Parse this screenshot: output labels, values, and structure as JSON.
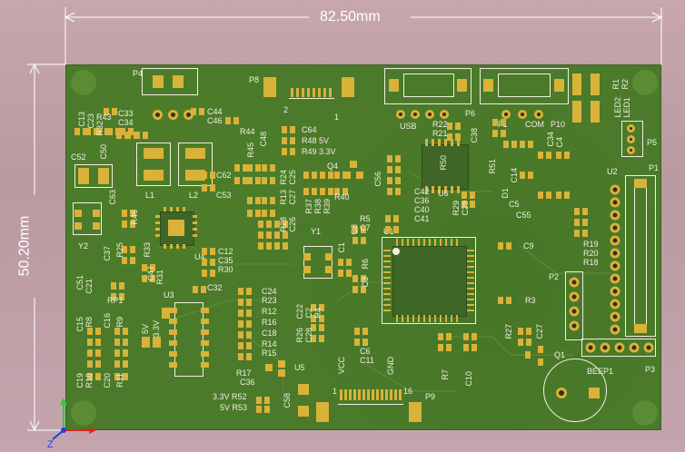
{
  "dimensions": {
    "width_label": "82.50mm",
    "height_label": "50.20mm"
  },
  "board_labels": {
    "P4": "P4",
    "P8": "P8",
    "P6": "P6",
    "P10": "P10",
    "P5": "P5",
    "P1": "P1",
    "P2": "P2",
    "P3": "P3",
    "P9": "P9",
    "USB": "USB",
    "COM": "COM",
    "F1": "F1",
    "U1": "U1",
    "U2": "U2",
    "U3": "U3",
    "U4": "U4",
    "U5": "U5",
    "U6": "U6",
    "Y1": "Y1",
    "Y2": "Y2",
    "Q1": "Q1",
    "Q4": "Q4",
    "L1": "L1",
    "L2": "L2",
    "D1": "D1",
    "RP1": "RP1",
    "BEEP1": "BEEP1",
    "VCC": "VCC",
    "GND": "GND",
    "LED1": "LED1",
    "LED2": "LED2",
    "C44": "C44",
    "C46": "C46",
    "C64": "C64",
    "R48": "R48 5V",
    "R49": "R49 3.3V",
    "R44": "R44",
    "C48": "C48",
    "C13": "C13",
    "C23": "C23",
    "R43": "R43",
    "R32": "R32",
    "C33": "C33",
    "C34": "C34",
    "C52": "C52",
    "C50": "C50",
    "C62": "C62",
    "C53": "C53",
    "R45": "R45",
    "R24": "R24",
    "R13": "R13",
    "C25": "C25",
    "C27": "C27",
    "R15": "R15",
    "R28": "R28",
    "C26": "C26",
    "R37": "R37",
    "R38": "R38",
    "R39": "R39",
    "R40": "R40",
    "C56": "C56",
    "R5": "R5",
    "C7": "C7",
    "C1": "C1",
    "C8": "C8",
    "R6": "R6",
    "C3": "C3",
    "C42": "C42",
    "C36": "C36",
    "C40": "C40",
    "C41": "C41",
    "R29": "R29",
    "C29": "C29",
    "R22": "R22",
    "R21": "R21",
    "C38": "C38",
    "R50": "R50",
    "R51": "R51",
    "C14": "C14",
    "C4": "C4",
    "C34b": "C34",
    "C5": "C5",
    "C55": "C55",
    "R19": "R19",
    "R20": "R20",
    "R18": "R18",
    "C9": "C9",
    "R3": "R3",
    "R27": "R27",
    "C27b": "C27",
    "R7": "R7",
    "C10": "C10",
    "C63": "C63",
    "R46": "R46",
    "C37": "C37",
    "R25": "R25",
    "R33": "R33",
    "C47": "C47",
    "R31": "R31",
    "C12": "C12",
    "C35": "C35",
    "R30": "R30",
    "C51": "C51",
    "C21": "C21",
    "C32": "C32",
    "C24": "C24",
    "R23": "R23",
    "R12": "R12",
    "R16": "R16",
    "C18": "C18",
    "R14": "R14",
    "R15b": "R15",
    "R17": "R17",
    "C36b": "C36",
    "C22": "C22",
    "C2": "C2",
    "R4": "R4",
    "R26": "R26",
    "C28": "C28",
    "C6": "C6",
    "C11": "C11",
    "C15": "C15",
    "C16": "C16",
    "R8": "R8",
    "R9": "R9",
    "C19": "C19",
    "R10": "R10",
    "C20": "C20",
    "R11": "R11",
    "v5": "5V",
    "v33": "3.3V",
    "R52": "3.3V R52",
    "R53": "5V R53",
    "C58": "C58",
    "R1": "R1",
    "R2": "R2",
    "p9_1": "1",
    "p9_16": "16",
    "p8_1": "1",
    "p8_2": "2"
  },
  "axes": {
    "z_label": "Z"
  },
  "colors": {
    "board": "#4a7a2a",
    "copper": "#d9b23a",
    "silk": "#f2efe0",
    "background": "#c7a7ad"
  }
}
